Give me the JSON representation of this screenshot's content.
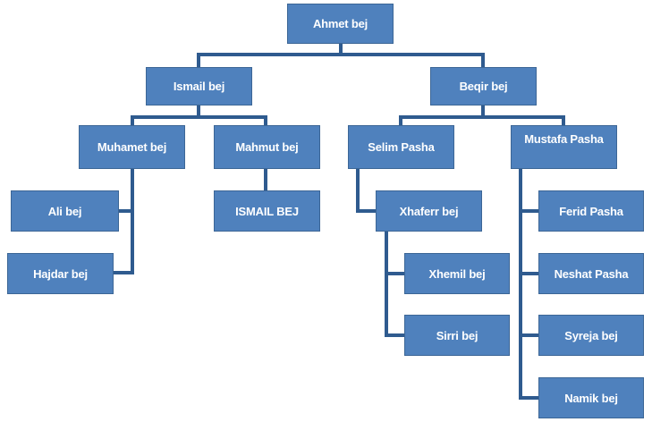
{
  "colors": {
    "box": "#4f81bd",
    "border": "#3c6696",
    "connector": "#2f5b8f",
    "text": "#ffffff"
  },
  "nodes": {
    "ahmet": "Ahmet bej",
    "ismail": "Ismail bej",
    "beqir": "Beqir bej",
    "muhamet": "Muhamet bej",
    "mahmut": "Mahmut bej",
    "selim": "Selim Pasha",
    "mustafa": "Mustafa Pasha",
    "ali": "Ali bej",
    "hajdar": "Hajdar bej",
    "ismail2": "ISMAIL BEJ",
    "xhaferr": "Xhaferr bej",
    "xhemil": "Xhemil bej",
    "sirri": "Sirri bej",
    "ferid": "Ferid Pasha",
    "neshat": "Neshat Pasha",
    "syreja": "Syreja bej",
    "namik": "Namik bej"
  }
}
